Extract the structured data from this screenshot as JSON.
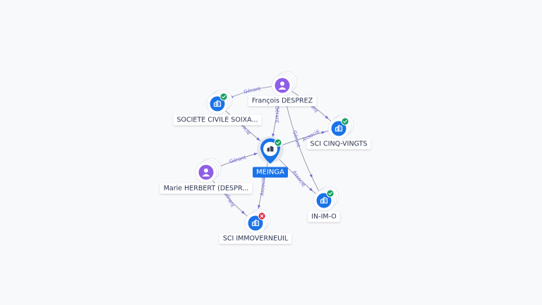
{
  "graph": {
    "nodes": [
      {
        "id": "meinga",
        "type": "company-center",
        "label": "MEINGA",
        "status": "active"
      },
      {
        "id": "francois",
        "type": "person",
        "label": "François DESPREZ"
      },
      {
        "id": "marie",
        "type": "person",
        "label": "Marie HERBERT (DESPR..."
      },
      {
        "id": "societe",
        "type": "company",
        "label": "SOCIETE CIVILE SOIXA...",
        "status": "active"
      },
      {
        "id": "cinq",
        "type": "company",
        "label": "SCI CINQ-VINGTS",
        "status": "active"
      },
      {
        "id": "inimo",
        "type": "company",
        "label": "IN-IM-O",
        "status": "active"
      },
      {
        "id": "immo",
        "type": "company",
        "label": "SCI IMMOVERNEUIL",
        "status": "inactive"
      }
    ],
    "edges": [
      {
        "from": "francois",
        "to": "societe",
        "label": "Gérant"
      },
      {
        "from": "francois",
        "to": "meinga",
        "label": "Gérant"
      },
      {
        "from": "francois",
        "to": "cinq",
        "label": "Gérant"
      },
      {
        "from": "francois",
        "to": "inimo",
        "label": "Gérant"
      },
      {
        "from": "societe",
        "to": "meinga",
        "label": "Associé"
      },
      {
        "from": "meinga",
        "to": "cinq",
        "label": "Associé"
      },
      {
        "from": "meinga",
        "to": "inimo",
        "label": "Associé"
      },
      {
        "from": "meinga",
        "to": "immo",
        "label": "Associé"
      },
      {
        "from": "marie",
        "to": "meinga",
        "label": "Gérant"
      },
      {
        "from": "marie",
        "to": "immo",
        "label": "Gérant"
      }
    ]
  },
  "colors": {
    "company": "#1a73e8",
    "person": "#8f5ee6",
    "active_badge": "#13a05f",
    "inactive_badge": "#e0263f",
    "edge": "#8f94a8",
    "edge_label": "#6f67d8",
    "label_text": "#2c3552"
  },
  "icons": {
    "company": "building-icon",
    "person": "person-icon",
    "active": "check-badge-icon",
    "inactive": "cross-badge-icon"
  }
}
